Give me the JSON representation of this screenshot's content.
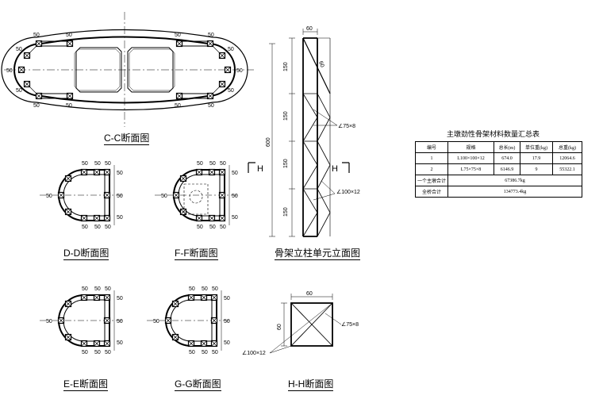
{
  "sections": {
    "cc": {
      "title": "C-C断面图"
    },
    "dd": {
      "title": "D-D断面图"
    },
    "ff": {
      "title": "F-F断面图"
    },
    "ee": {
      "title": "E-E断面图"
    },
    "gg": {
      "title": "G-G断面图"
    },
    "hh": {
      "title": "H-H断面图"
    },
    "elev": {
      "title": "骨架立柱单元立面图"
    }
  },
  "dims": {
    "d50": "50",
    "d60": "60",
    "d150": "150",
    "d600": "600",
    "dim_l75": "∠75×8",
    "dim_l100": "∠100×12",
    "cut_h": "H"
  },
  "table": {
    "title": "主墩劲性骨架材料数量汇总表",
    "headers": [
      "编号",
      "规格",
      "总长(m)",
      "单位重(kg)",
      "总重(kg)"
    ],
    "rows": [
      [
        "1",
        "L100×100×12",
        "674.0",
        "17.9",
        "12064.6"
      ],
      [
        "2",
        "L75×75×8",
        "6146.9",
        "9",
        "55322.1"
      ]
    ],
    "sum_pier_label": "一个主墩合计",
    "sum_pier_value": "67386.7kg",
    "sum_all_label": "全桥合计",
    "sum_all_value": "134773.4kg"
  }
}
